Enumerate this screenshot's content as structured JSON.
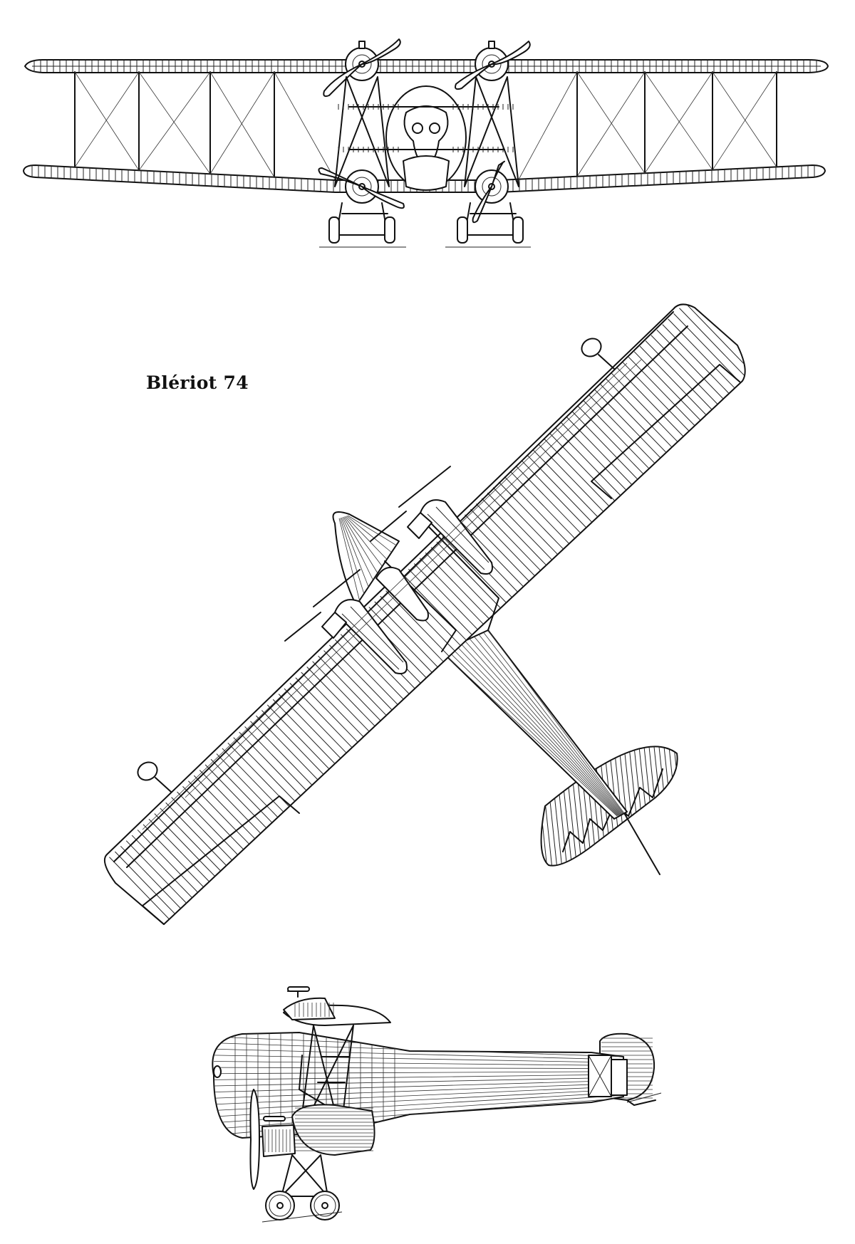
{
  "drawing": {
    "title": "Blériot 74",
    "ink_color": "#111111",
    "paper_color": "#ffffff",
    "views": [
      "front-view",
      "plan-view",
      "side-view"
    ]
  }
}
